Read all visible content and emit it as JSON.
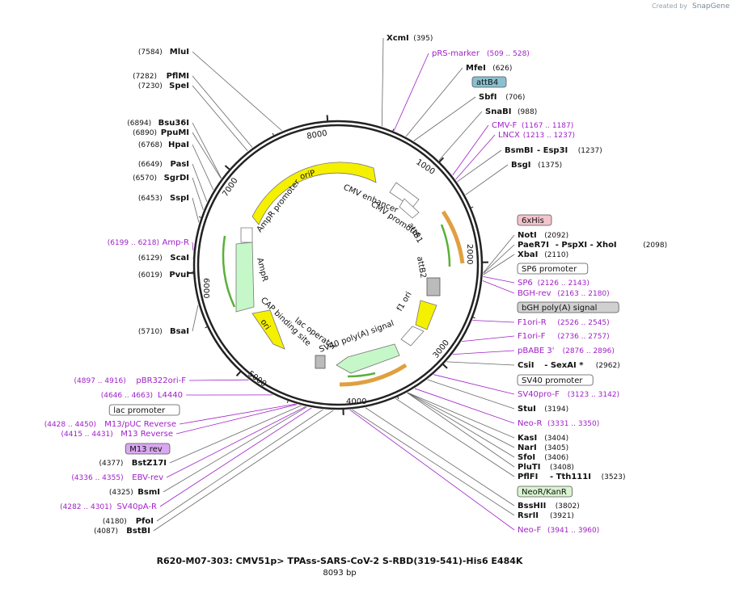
{
  "credit": {
    "prefix": "Created by",
    "brand": "SnapGene"
  },
  "title": "R620-M07-303: CMV51p> TPAss-SARS-CoV-2 S-RBD(319-541)-His6 E484K",
  "length_label": "8093 bp",
  "ticks": [
    "1000",
    "2000",
    "3000",
    "4000",
    "5000",
    "6000",
    "7000",
    "8000"
  ],
  "inner_features": [
    {
      "name": "oriP",
      "label": "oriP"
    },
    {
      "name": "cmv-enhancer",
      "label": "CMV enhancer"
    },
    {
      "name": "cmv-promoter",
      "label": "CMV promoter"
    },
    {
      "name": "attB1",
      "label": "attB1"
    },
    {
      "name": "attB2",
      "label": "attB2"
    },
    {
      "name": "f1-ori",
      "label": "f1 ori"
    },
    {
      "name": "sv40-polya",
      "label": "SV40 poly(A) signal"
    },
    {
      "name": "lac-operator",
      "label": "lac operator"
    },
    {
      "name": "cap-site",
      "label": "CAP binding site"
    },
    {
      "name": "ori",
      "label": "ori"
    },
    {
      "name": "ampr",
      "label": "AmpR"
    },
    {
      "name": "ampr-promoter",
      "label": "AmpR promoter"
    }
  ],
  "left_labels": [
    {
      "kind": "site",
      "pos": "(7584)",
      "name": "MluI"
    },
    {
      "kind": "site",
      "pos": "(7282)",
      "name": "PflMI"
    },
    {
      "kind": "site",
      "pos": "(7230)",
      "name": "SpeI"
    },
    {
      "kind": "site",
      "pos": "(6894)",
      "name": "Bsu36I"
    },
    {
      "kind": "site",
      "pos": "(6890)",
      "name": "PpuMI"
    },
    {
      "kind": "site",
      "pos": "(6768)",
      "name": "HpaI"
    },
    {
      "kind": "site",
      "pos": "(6649)",
      "name": "PasI"
    },
    {
      "kind": "site",
      "pos": "(6570)",
      "name": "SgrDI"
    },
    {
      "kind": "site",
      "pos": "(6453)",
      "name": "SspI"
    },
    {
      "kind": "primer",
      "pos": "(6199 .. 6218)",
      "name": "Amp-R"
    },
    {
      "kind": "site",
      "pos": "(6129)",
      "name": "ScaI"
    },
    {
      "kind": "site",
      "pos": "(6019)",
      "name": "PvuI"
    },
    {
      "kind": "site",
      "pos": "(5710)",
      "name": "BsaI"
    },
    {
      "kind": "primer",
      "pos": "(4897 .. 4916)",
      "name": "pBR322ori-F"
    },
    {
      "kind": "primer",
      "pos": "(4646 .. 4663)",
      "name": "L4440"
    },
    {
      "kind": "box",
      "name": "lac promoter"
    },
    {
      "kind": "primer",
      "pos": "(4428 .. 4450)",
      "name": "M13/pUC Reverse"
    },
    {
      "kind": "primer",
      "pos": "(4415 .. 4431)",
      "name": "M13 Reverse"
    },
    {
      "kind": "box",
      "name": "M13 rev"
    },
    {
      "kind": "site",
      "pos": "(4377)",
      "name": "BstZ17I"
    },
    {
      "kind": "primer",
      "pos": "(4336 .. 4355)",
      "name": "EBV-rev"
    },
    {
      "kind": "site",
      "pos": "(4325)",
      "name": "BsmI"
    },
    {
      "kind": "primer",
      "pos": "(4282 .. 4301)",
      "name": "SV40pA-R"
    },
    {
      "kind": "site",
      "pos": "(4180)",
      "name": "PfoI"
    },
    {
      "kind": "site",
      "pos": "(4087)",
      "name": "BstBI"
    }
  ],
  "right_labels": [
    {
      "kind": "site",
      "name": "XcmI",
      "pos": "(395)"
    },
    {
      "kind": "primer",
      "name": "pRS-marker",
      "pos": "(509 .. 528)"
    },
    {
      "kind": "site",
      "name": "MfeI",
      "pos": "(626)"
    },
    {
      "kind": "box",
      "name": "attB4"
    },
    {
      "kind": "site",
      "name": "SbfI",
      "pos": "(706)"
    },
    {
      "kind": "site",
      "name": "SnaBI",
      "pos": "(988)"
    },
    {
      "kind": "primer",
      "name": "CMV-F",
      "pos": "(1167 .. 1187)"
    },
    {
      "kind": "primer",
      "name": "LNCX",
      "pos": "(1213 .. 1237)"
    },
    {
      "kind": "site",
      "name": "BsmBI",
      "extra": "- Esp3I",
      "pos": "(1237)"
    },
    {
      "kind": "site",
      "name": "BsgI",
      "pos": "(1375)"
    },
    {
      "kind": "box",
      "name": "6xHis"
    },
    {
      "kind": "site",
      "name": "NotI",
      "pos": "(2092)"
    },
    {
      "kind": "site",
      "name": "PaeR7I",
      "extra": "- PspXI   - XhoI",
      "pos": "(2098)"
    },
    {
      "kind": "site",
      "name": "XbaI",
      "pos": "(2110)"
    },
    {
      "kind": "box",
      "name": "SP6 promoter"
    },
    {
      "kind": "primer",
      "name": "SP6",
      "pos": "(2126 .. 2143)"
    },
    {
      "kind": "primer",
      "name": "BGH-rev",
      "pos": "(2163 .. 2180)"
    },
    {
      "kind": "box",
      "name": "bGH poly(A) signal"
    },
    {
      "kind": "primer",
      "name": "F1ori-R",
      "pos": "(2526 .. 2545)"
    },
    {
      "kind": "primer",
      "name": "F1ori-F",
      "pos": "(2736 .. 2757)"
    },
    {
      "kind": "primer",
      "name": "pBABE 3'",
      "pos": "(2876 .. 2896)"
    },
    {
      "kind": "site",
      "name": "CsiI",
      "extra": "- SexAI *",
      "pos": "(2962)"
    },
    {
      "kind": "box",
      "name": "SV40 promoter"
    },
    {
      "kind": "primer",
      "name": "SV40pro-F",
      "pos": "(3123 .. 3142)"
    },
    {
      "kind": "site",
      "name": "StuI",
      "pos": "(3194)"
    },
    {
      "kind": "primer",
      "name": "Neo-R",
      "pos": "(3331 .. 3350)"
    },
    {
      "kind": "site",
      "name": "KasI",
      "pos": "(3404)"
    },
    {
      "kind": "site",
      "name": "NarI",
      "pos": "(3405)"
    },
    {
      "kind": "site",
      "name": "SfoI",
      "pos": "(3406)"
    },
    {
      "kind": "site",
      "name": "PluTI",
      "pos": "(3408)"
    },
    {
      "kind": "site",
      "name": "PflFI",
      "extra": "- Tth111I",
      "pos": "(3523)"
    },
    {
      "kind": "box",
      "name": "NeoR/KanR"
    },
    {
      "kind": "site",
      "name": "BssHII",
      "pos": "(3802)"
    },
    {
      "kind": "site",
      "name": "RsrII",
      "pos": "(3921)"
    },
    {
      "kind": "primer",
      "name": "Neo-F",
      "pos": "(3941 .. 3960)"
    }
  ],
  "colors": {
    "backbone": "#222222",
    "primer": "#a020c8",
    "orip": "#f5f000",
    "ori": "#f5f000",
    "promoter": "#ffffff",
    "ampr": "#c6f7c8",
    "selection": "#5ab03a",
    "orange": "#e0a040",
    "attb": "#8ac0d0",
    "box_his": "#f2c4cc",
    "box_neo": "#d8f5d0",
    "box_m13": "#d9a8f0",
    "box_grey": "#d0d0d0"
  }
}
